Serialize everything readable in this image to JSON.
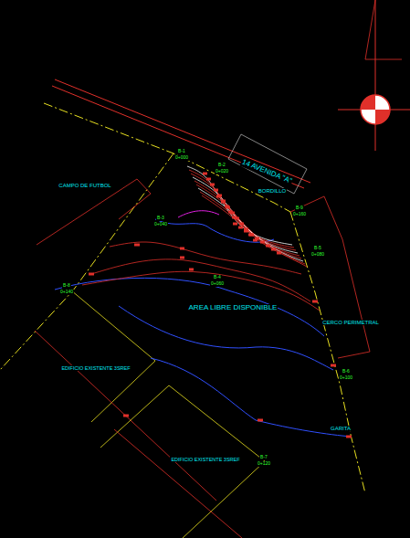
{
  "diagram": {
    "labels": [
      "14 AVENIDA \"A\"",
      "BORDILLO",
      "CAMPO DE FUTBOL",
      "AREA LIBRE DISPONIBLE",
      "CERCO PERIMETRAL",
      "EDIFICIO EXISTENTE 3SREF",
      "EDIFICIO EXISTENTE 3SREF",
      "GARITA",
      "B-1",
      "0+000",
      "B-2",
      "0+020",
      "B-3",
      "0+040",
      "B-4",
      "0+060",
      "B-5",
      "0+080",
      "B-6",
      "0+100",
      "B-7",
      "0+120",
      "B-8",
      "0+140",
      "B-9",
      "0+160"
    ]
  }
}
